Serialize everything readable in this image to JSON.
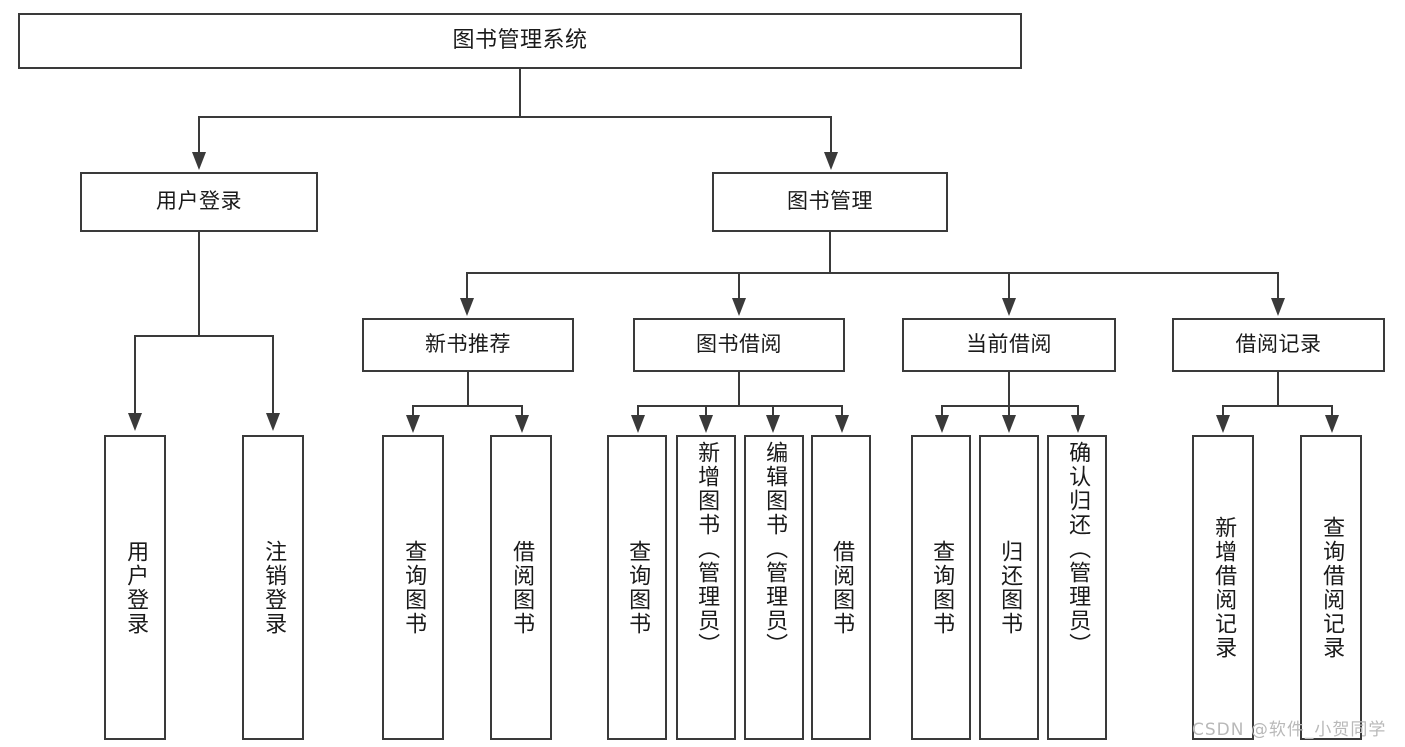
{
  "diagram": {
    "title": "图书管理系统",
    "type": "hierarchy-tree",
    "levels": {
      "root": {
        "label": "图书管理系统"
      },
      "level2": [
        {
          "label": "用户登录"
        },
        {
          "label": "图书管理"
        }
      ],
      "level3": [
        {
          "label": "新书推荐"
        },
        {
          "label": "图书借阅"
        },
        {
          "label": "当前借阅"
        },
        {
          "label": "借阅记录"
        }
      ],
      "leaves": {
        "user_login": [
          {
            "label": "用户登录"
          },
          {
            "label": "注销登录"
          }
        ],
        "new_book_recommend": [
          {
            "label": "查询图书"
          },
          {
            "label": "借阅图书"
          }
        ],
        "book_borrow": [
          {
            "label": "查询图书"
          },
          {
            "label": "新增图书（管理员）"
          },
          {
            "label": "编辑图书（管理员）"
          },
          {
            "label": "借阅图书"
          }
        ],
        "current_borrow": [
          {
            "label": "查询图书"
          },
          {
            "label": "归还图书"
          },
          {
            "label": "确认归还（管理员）"
          }
        ],
        "borrow_record": [
          {
            "label": "新增借阅记录"
          },
          {
            "label": "查询借阅记录"
          }
        ]
      }
    },
    "colors": {
      "border": "#3a3a3a",
      "text": "#1a1a1a",
      "background": "#ffffff",
      "watermark": "#b9b9b9"
    }
  },
  "watermark": {
    "text": "CSDN @软件_小贺同学"
  }
}
